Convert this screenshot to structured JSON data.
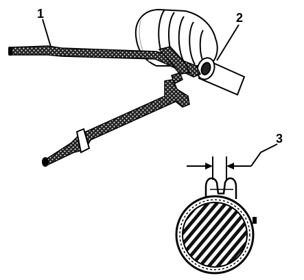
{
  "figure": {
    "callouts": [
      {
        "id": "callout-1",
        "label": "1"
      },
      {
        "id": "callout-2",
        "label": "2"
      },
      {
        "id": "callout-3",
        "label": "3"
      }
    ]
  },
  "colors": {
    "ink": "#000000",
    "paper": "#ffffff",
    "boot_shade": "#e6e6e6"
  }
}
